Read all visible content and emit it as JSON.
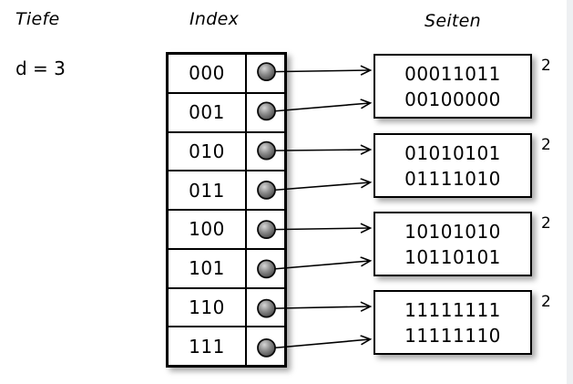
{
  "diagram": {
    "headers": {
      "depth_col": "Tiefe",
      "index_col": "Index",
      "pages_col": "Seiten"
    },
    "global_depth_label": "d = 3",
    "index_rows": [
      "000",
      "001",
      "010",
      "011",
      "100",
      "101",
      "110",
      "111"
    ],
    "pages": [
      {
        "entries": [
          "00011011",
          "00100000"
        ],
        "local_depth": "2"
      },
      {
        "entries": [
          "01010101",
          "01111010"
        ],
        "local_depth": "2"
      },
      {
        "entries": [
          "10101010",
          "10110101"
        ],
        "local_depth": "2"
      },
      {
        "entries": [
          "11111111",
          "11111110"
        ],
        "local_depth": "2"
      }
    ],
    "links": [
      {
        "row": "000",
        "page": 0
      },
      {
        "row": "001",
        "page": 0
      },
      {
        "row": "010",
        "page": 1
      },
      {
        "row": "011",
        "page": 1
      },
      {
        "row": "100",
        "page": 2
      },
      {
        "row": "101",
        "page": 2
      },
      {
        "row": "110",
        "page": 3
      },
      {
        "row": "111",
        "page": 3
      }
    ],
    "colors": {
      "ink": "#000000",
      "background": "#ffffff",
      "edge_strip": "#eef0f2",
      "sphere_dark": "#3a3a3a",
      "sphere_mid": "#8a8a8a",
      "sphere_light": "#d6d6d6"
    }
  }
}
